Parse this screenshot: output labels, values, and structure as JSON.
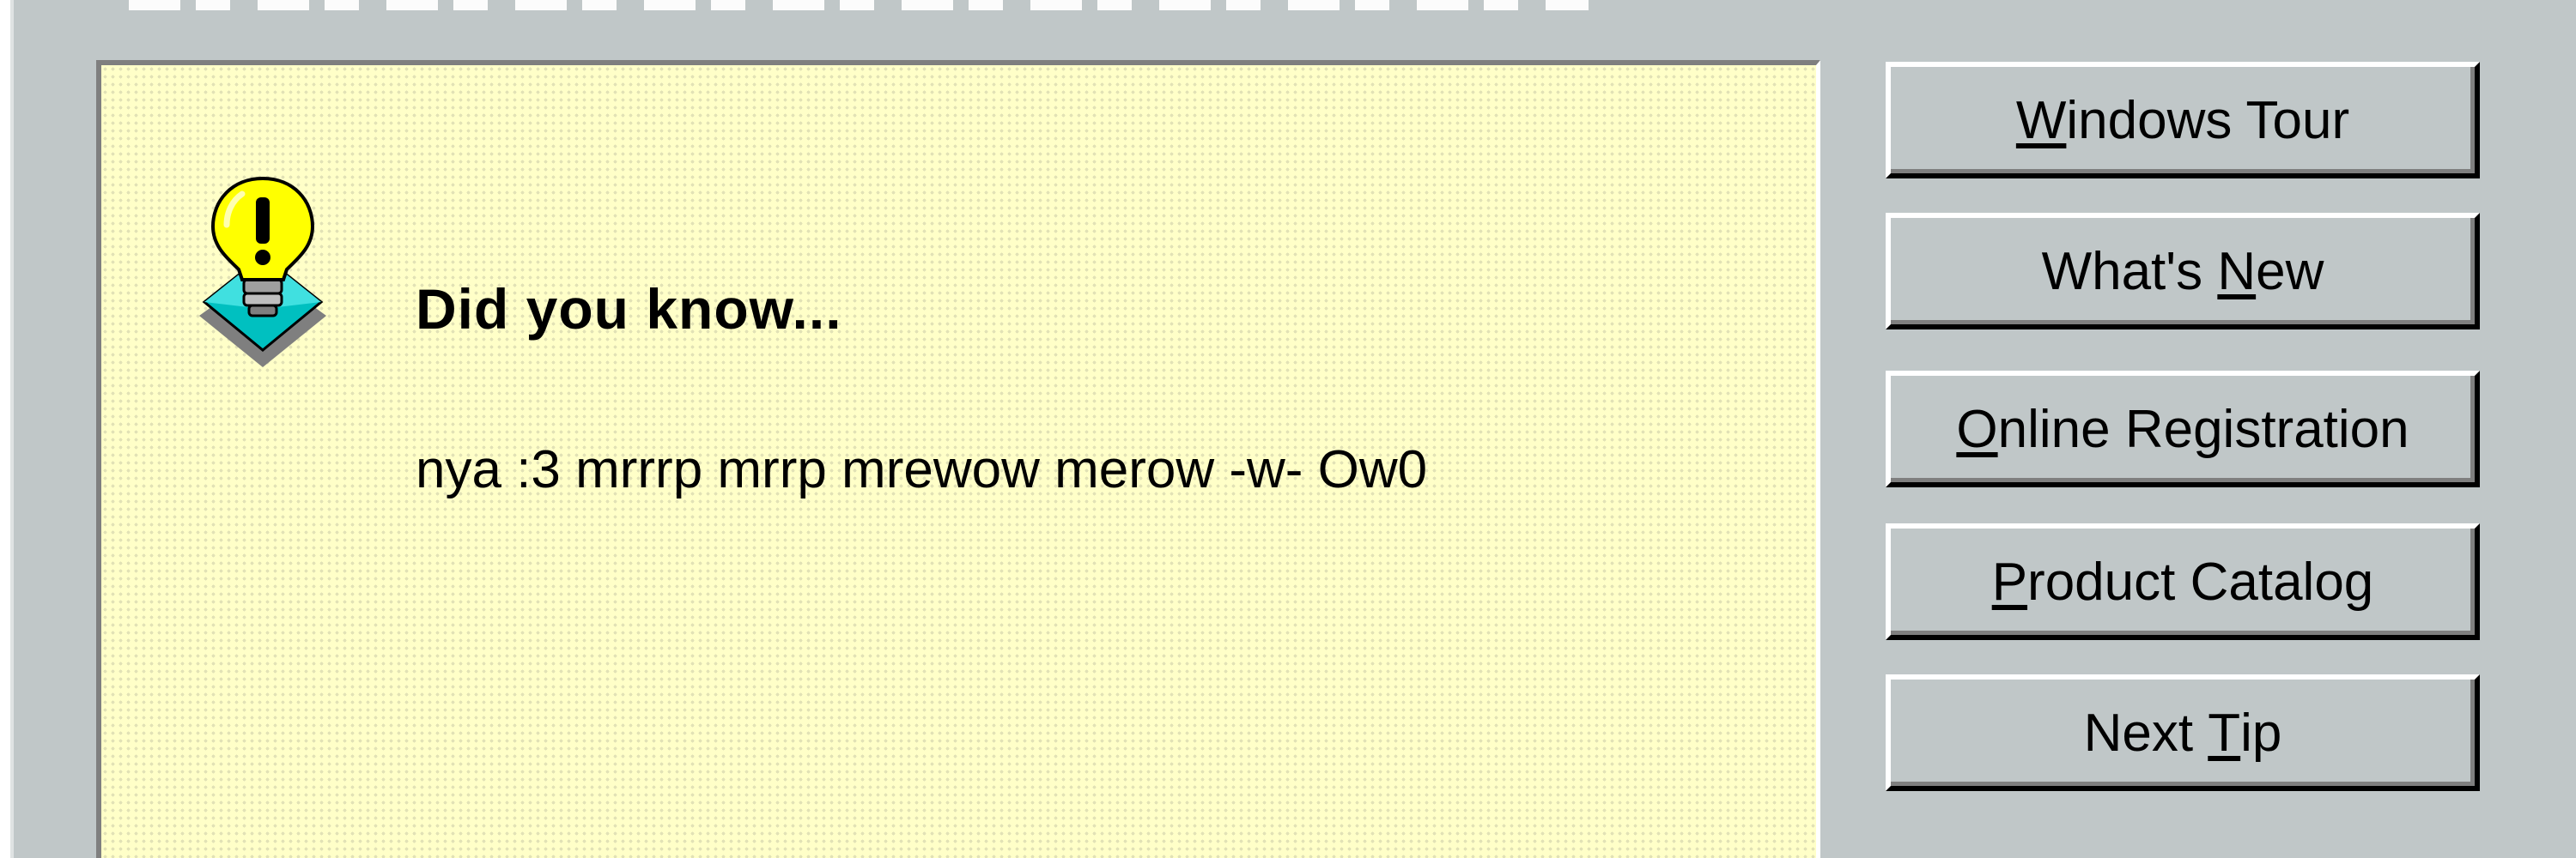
{
  "tip": {
    "heading": "Did you know...",
    "text": "nya :3 mrrrp mrrp mrewow merow -w- Ow0",
    "icon": "lightbulb-icon"
  },
  "buttons": {
    "windows_tour": {
      "pre": "",
      "mnemonic": "W",
      "post": "indows Tour"
    },
    "whats_new": {
      "pre": "What's ",
      "mnemonic": "N",
      "post": "ew"
    },
    "online_registration": {
      "pre": "",
      "mnemonic": "O",
      "post": "nline Registration"
    },
    "product_catalog": {
      "pre": "",
      "mnemonic": "P",
      "post": "roduct Catalog"
    },
    "next_tip": {
      "pre": "Next ",
      "mnemonic": "T",
      "post": "ip"
    }
  },
  "colors": {
    "face": "#c0c7c8",
    "tip_background": "#ffffc8",
    "bulb": "#ffff00",
    "stand": "#00c0c0"
  }
}
